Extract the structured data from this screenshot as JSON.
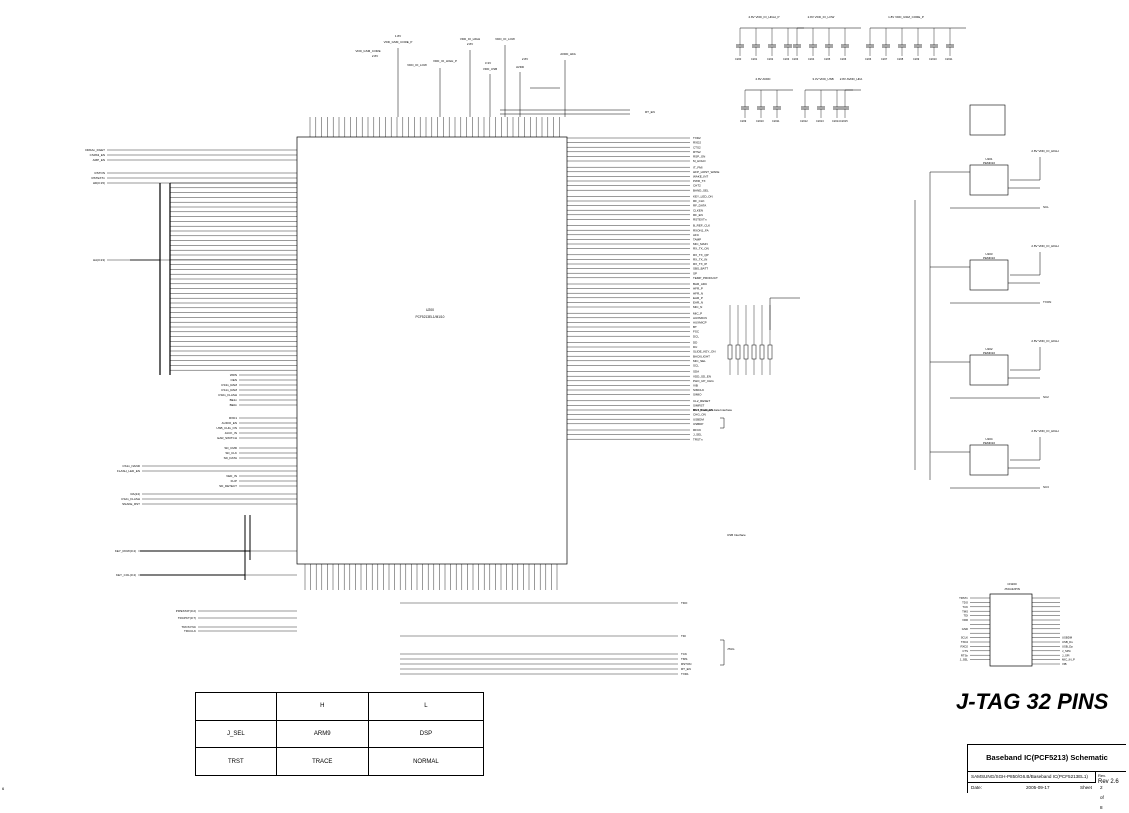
{
  "page_label": "6",
  "title_block": {
    "title": "Baseband IC(PCF5213) Schematic",
    "subtitle": "SAMSUNG/SGH-P850/G6.B/Baseband IC(PCF5213EL1)",
    "rev_label": "Rev.",
    "rev_value": "Rev 2.6",
    "date_label": "Date:",
    "date_value": "2005-09-17",
    "sheet_label": "Sheet",
    "sheet_value": "2 of 8"
  },
  "heading": "J-TAG 32 PINS",
  "selection_table": {
    "header": [
      "",
      "H",
      "L"
    ],
    "rows": [
      [
        "J_SEL",
        "ARM9",
        "DSP"
      ],
      [
        "TRST",
        "TRACE",
        "NORMAL"
      ]
    ]
  },
  "chip": {
    "ref": "U200",
    "part": "PCF5213EL1/M1/10"
  },
  "power_rails": {
    "top": [
      "1.8V",
      "VDD_GSM_CORE_P",
      "VDD_GSM_CORE",
      "2.8V",
      "VDD_IO_HIGH",
      "2.8V",
      "VDD_IO_LOW",
      "VDD_IO_LOW",
      "VDD_IO_HIGH_P",
      "VDD_USB",
      "AVDD",
      "AVDD_HFA",
      "3.3V",
      "2.8V"
    ],
    "decoupling": [
      "2.8V VDD_IO_HIGH_P",
      "2.8V VDD_IO_LOW",
      "1.8V VDD_GSM_CORE_P",
      "2.8V AVDD",
      "3.3V VDD_USB",
      "2.8V AVDD_HFA"
    ]
  },
  "left_signals": [
    "DRFAn_DGET",
    "CS0S3_EN",
    "AMP_EN",
    "RSTON",
    "RSTEXTn",
    "HD(0:15)",
    "HA(0:23)",
    "WRN",
    "OEN",
    "CS3n_RAM",
    "CS1n_RAM",
    "CS0n_FLASH",
    "BE1n",
    "BE0n",
    "RXD1",
    "AUDIO_EN",
    "USB_CHG_ON",
    "JACK_IN",
    "EAR_SWITCH",
    "SD_CMD",
    "SD_CLK",
    "SD_DATA",
    "CS1n_NAND",
    "FLASH_LED_EN",
    "VED_IN",
    "FLIP",
    "SD_DETECT",
    "RA(24)",
    "CS2n_FLASH",
    "SNAKE_RST",
    "KEY_ROW(0:4)",
    "KEY_COL(0:4)",
    "PIPESTAT(0:2)",
    "TRCPKT(0:7)",
    "TRCSYNC",
    "TRCCLK"
  ],
  "right_signals": [
    "TXD2",
    "RXD2",
    "CTS2",
    "RTS2",
    "RSP_ON",
    "M_HOLD",
    "IT_FMI",
    "HFP_HOST_WAKE",
    "WAKE_INT",
    "PWR_TX",
    "CHT2",
    "BAND_SEL",
    "KEY_LED_ON",
    "RF_CLK",
    "RF_DATA",
    "CLKEN",
    "RF_EN",
    "RSTEXTn",
    "B_REF_CLK",
    "RXON1_FA",
    "AFC",
    "TAMP",
    "MIC_MAIN",
    "RX_TX_ON",
    "RX_TX_QP",
    "RX_TX_IN",
    "RX_TX_IP",
    "SBS_BATT",
    "SP",
    "TEMP_PRODUCT",
    "BAR_ADC",
    "HFR_P",
    "HFR_N",
    "EAR_P",
    "EAR_N",
    "MIC_N",
    "MIC_P",
    "AUXMICN",
    "AUXMICP",
    "BT",
    "FSC",
    "DCL",
    "DD",
    "DU",
    "SLIDE_KEY_ON",
    "BACKLIGHT",
    "MIC_SEL",
    "SCL",
    "SDA",
    "VDD_SD_EN",
    "PHO_UP_CHG",
    "VIB",
    "SIMCLK",
    "SIMIO",
    "CL2_RESET",
    "SIMRST",
    "RST_CAM_EN",
    "CHG_ON",
    "USBDM",
    "USBDP",
    "RFCK",
    "J_SEL",
    "TRSTn",
    "TDO",
    "TDI",
    "TCK",
    "TMS",
    "RSTON",
    "RT_EN",
    "TXD1"
  ],
  "notes": {
    "bluetooth": "Bit & Bluetooth data Interface",
    "usb": "USB Interface",
    "jtag": "JTAG"
  },
  "rail_right": [
    {
      "ref": "U201",
      "part": "PEMD10",
      "rail": "2.8V VDD_IO_HIGH",
      "net": "SCL"
    },
    {
      "ref": "U203",
      "part": "PEMD10",
      "rail": "2.8V VDD_IO_HIGH",
      "net": "TXON"
    },
    {
      "ref": "U202",
      "part": "PEMD10",
      "rail": "2.8V VDD_IO_HIGH",
      "net": "SC2"
    },
    {
      "ref": "U204",
      "part": "PEMD10",
      "rail": "2.8V VDD_IO_HIGH",
      "net": "SC3"
    }
  ],
  "connector": {
    "ref": "CN200",
    "part": "JTAG32PIN",
    "pins_left": [
      "TRSTn",
      "TDO",
      "TCK",
      "TMS",
      "TDI",
      "VRR",
      "",
      "GND",
      "",
      "SCLK",
      "TXD2",
      "RXD2",
      "CTS",
      "RTSn",
      "J_SEL"
    ],
    "pins_right": [
      "",
      "",
      "",
      "",
      "",
      "",
      "",
      "",
      "",
      "USBDM",
      "USB_Ds",
      "USB_Dp",
      "J_SPIn",
      "J_SPI",
      "MIC_IN_P",
      "VIB"
    ]
  },
  "colors": {
    "ink": "#000000",
    "paper": "#ffffff"
  }
}
